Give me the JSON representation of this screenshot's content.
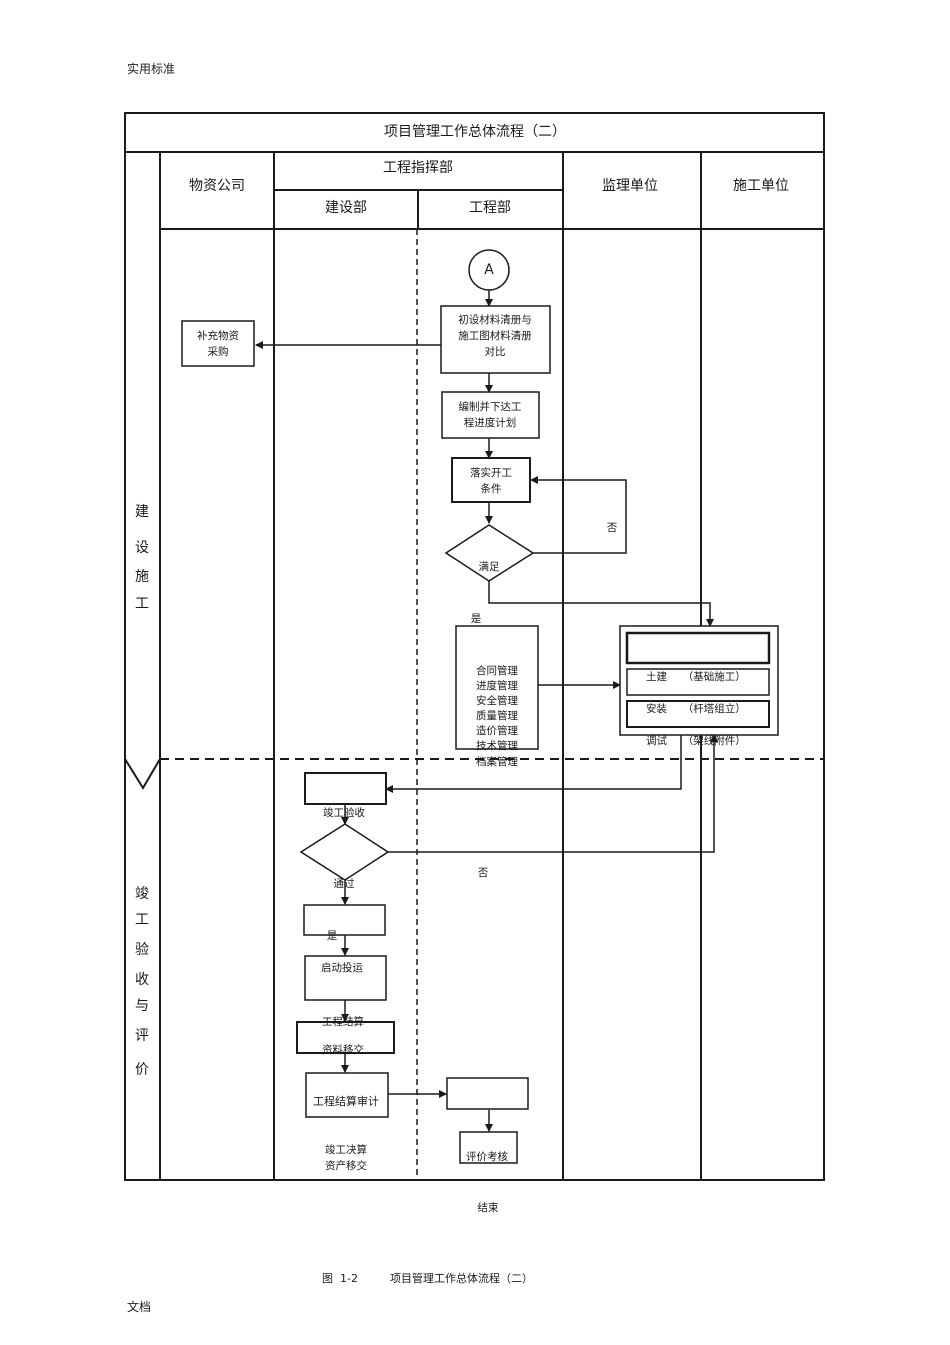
{
  "header_note": "实用标准",
  "footer_note": "文档",
  "diagram": {
    "title": "项目管理工作总体流程（二）",
    "columns": {
      "wuzi": "物资公司",
      "zhihuibu": "工程指挥部",
      "jianshe": "建设部",
      "gongcheng": "工程部",
      "jianli": "监理单位",
      "shigong": "施工单位"
    },
    "phases": [
      {
        "chars": [
          "建",
          "设",
          "施",
          "工"
        ]
      },
      {
        "chars": [
          "竣",
          "工",
          "验",
          "收",
          "与",
          "评",
          "价"
        ]
      }
    ],
    "nodes": {
      "start_connector": "A",
      "compare": [
        "初设材料清册与",
        "施工图材料清册",
        "对比"
      ],
      "procure": [
        "补充物资",
        "采购"
      ],
      "schedule": [
        "编制并下达工",
        "程进度计划"
      ],
      "conditions": [
        "落实开工",
        "条件"
      ],
      "satisfied": "满足",
      "no_1": "否",
      "yes_1": "是",
      "management": [
        "合同管理",
        "进度管理",
        "安全管理",
        "质量管理",
        "造价管理",
        "技术管理",
        "档案管理"
      ],
      "construction": [
        "土建　　（基础施工）",
        "安装　　（杆塔组立）",
        "调试　　（架线附件）"
      ],
      "acceptance": "竣工验收",
      "pass": "通过",
      "no_2": "否",
      "yes_2": "是",
      "commission": "启动投运",
      "settlement": [
        "工程结算",
        "资料移交"
      ],
      "audit": "工程结算审计",
      "final_account": [
        "竣工决算",
        "资产移交"
      ],
      "evaluation": "评价考核",
      "end": "结束"
    },
    "caption_label": "图",
    "caption_num": "1-2",
    "caption_text": "项目管理工作总体流程（二）"
  }
}
